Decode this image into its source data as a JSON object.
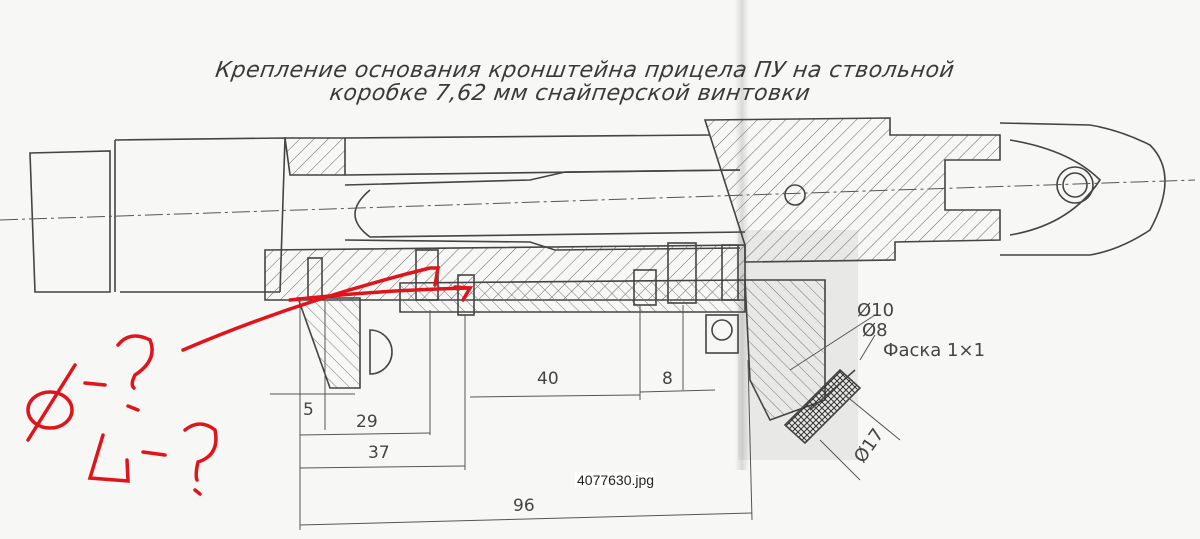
{
  "drawing": {
    "title_line1": "Крепление основания кронштейна прицела ПУ на ствольной",
    "title_line2": "коробке 7,62 мм снайперской винтовки",
    "filename": "4077630.jpg",
    "ink_color": "#3a3a3a",
    "annotation_color": "#e0141b"
  },
  "dimensions": {
    "d5": "5",
    "d29": "29",
    "d37": "37",
    "d40": "40",
    "d8": "8",
    "d96": "96"
  },
  "callouts": {
    "dia10": "Ø10",
    "dia8": "Ø8",
    "chamfer": "Фаска 1×1",
    "dia17": "Ø17"
  },
  "annotations": {
    "question_diameter": "Ø-?",
    "question_length": "L-?"
  }
}
